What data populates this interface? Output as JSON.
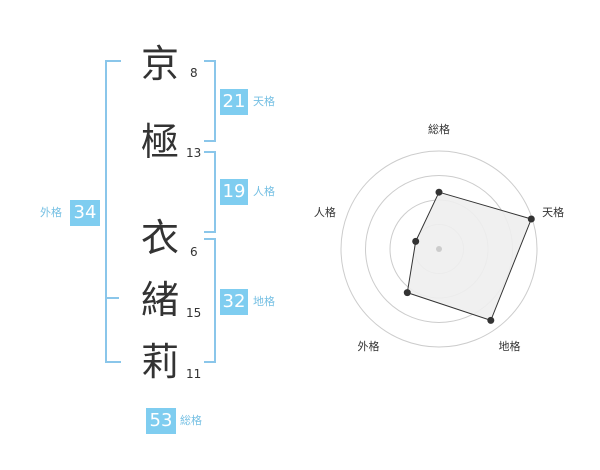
{
  "name": {
    "characters": [
      {
        "char": "京",
        "strokes": "8"
      },
      {
        "char": "極",
        "strokes": "13"
      },
      {
        "char": "衣",
        "strokes": "6"
      },
      {
        "char": "緒",
        "strokes": "15"
      },
      {
        "char": "莉",
        "strokes": "11"
      }
    ]
  },
  "kakusu": {
    "tenkaku": {
      "value": "21",
      "label": "天格"
    },
    "jinkaku": {
      "value": "19",
      "label": "人格"
    },
    "chikaku": {
      "value": "32",
      "label": "地格"
    },
    "gaikaku": {
      "value": "34",
      "label": "外格"
    },
    "soukaku": {
      "value": "53",
      "label": "総格"
    }
  },
  "chart_data": {
    "type": "radar",
    "axes": [
      "総格",
      "天格",
      "地格",
      "外格",
      "人格"
    ],
    "values": [
      0.58,
      0.99,
      0.9,
      0.55,
      0.25
    ],
    "range": [
      0,
      1
    ],
    "rings": 4,
    "colors": {
      "fill": "#eeeeee",
      "line": "#333333",
      "grid": "#cccccc",
      "center": "#cccccc"
    }
  }
}
